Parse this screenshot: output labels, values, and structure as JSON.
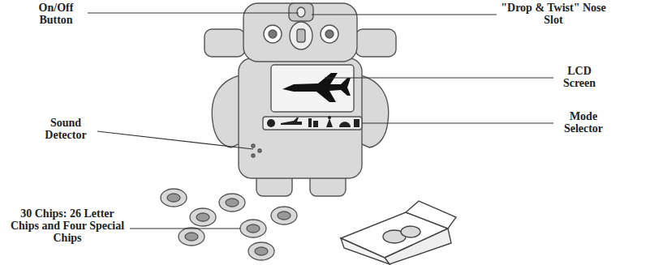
{
  "diagram": {
    "labels": [
      "On/Off Button",
      "\"Drop & Twist\" Nose Slot",
      "LCD Screen",
      "Mode Selector",
      "Sound Detector",
      "30 Chips: 26 Letter Chips and Four Special Chips"
    ]
  }
}
